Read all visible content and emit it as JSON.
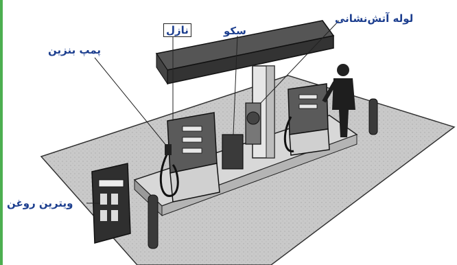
{
  "labels": {
    "fire_hose": "لوله آتش‌نشانی",
    "platform": "سکو",
    "nozzle": "نازل",
    "fuel_pump": "پمپ بنزین",
    "oil_display": "ویترین روغن"
  },
  "colors": {
    "label_text": "#1d3f8f",
    "frame_green": "#4caf50"
  }
}
